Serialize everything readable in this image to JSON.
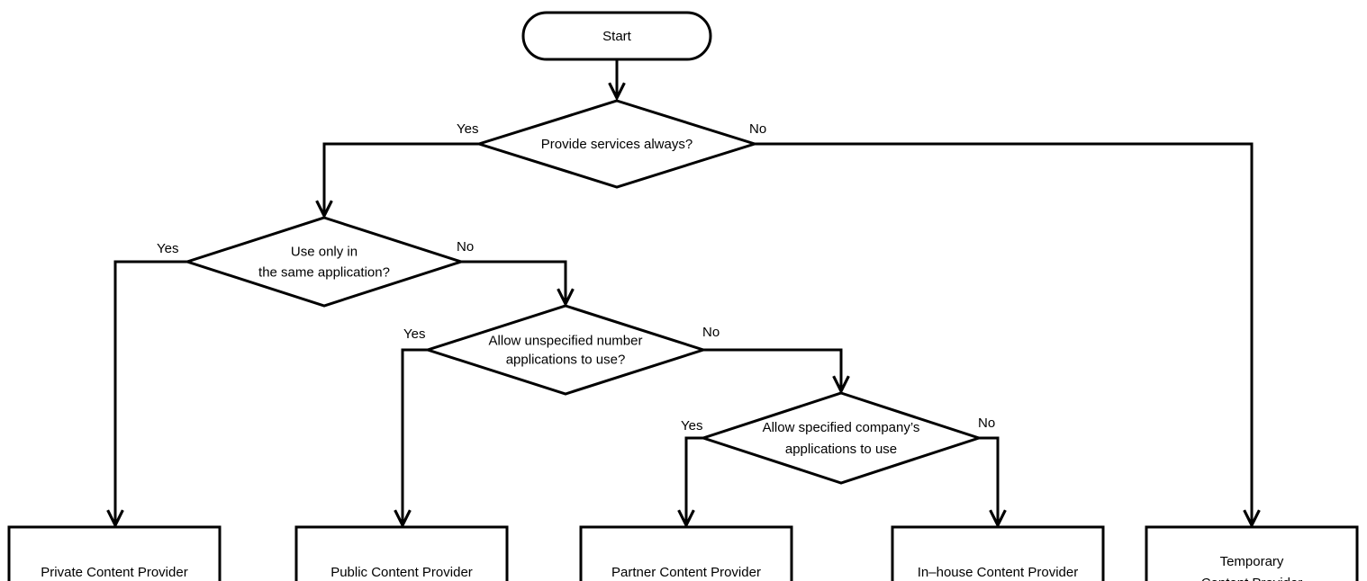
{
  "flowchart": {
    "start": "Start",
    "decisions": {
      "provide_services_always": [
        "Provide services always?"
      ],
      "use_only_same_app": [
        "Use only in",
        "the same application?"
      ],
      "allow_unspecified": [
        "Allow unspecified number",
        "applications to use?"
      ],
      "allow_specified": [
        "Allow specified company’s",
        "applications to use"
      ]
    },
    "edge_labels": {
      "yes": "Yes",
      "no": "No"
    },
    "outcomes": {
      "private": [
        "Private Content Provider"
      ],
      "public": [
        "Public Content Provider"
      ],
      "partner": [
        "Partner Content Provider"
      ],
      "inhouse": [
        "In–house Content Provider"
      ],
      "temporary": [
        "Temporary",
        "Content Provider"
      ]
    }
  }
}
